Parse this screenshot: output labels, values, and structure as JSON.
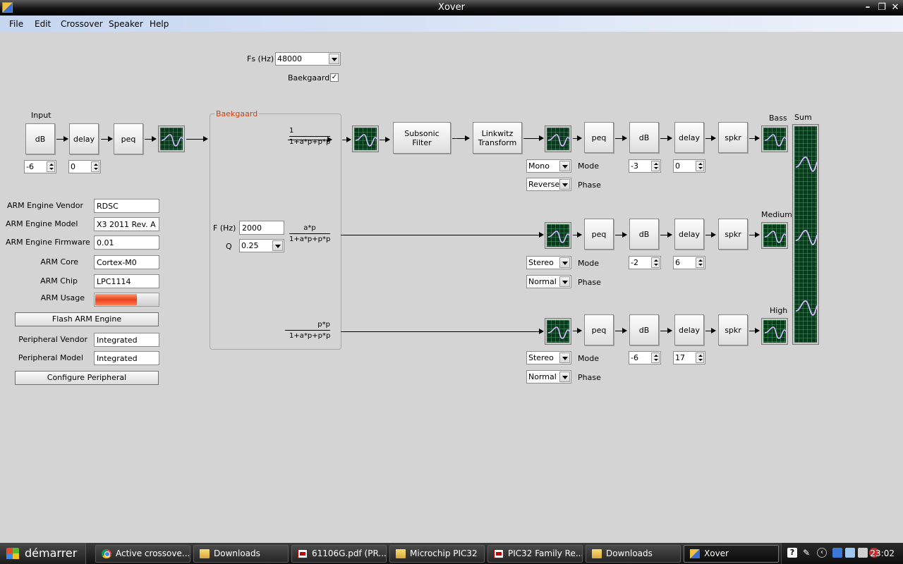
{
  "window": {
    "title": "Xover"
  },
  "menu": [
    "File",
    "Edit",
    "Crossover",
    "Speaker",
    "Help"
  ],
  "fs": {
    "label": "Fs (Hz)",
    "value": "48000"
  },
  "baekgaard_toggle": {
    "label": "Baekgaard",
    "checked": "✓"
  },
  "input": {
    "title": "Input",
    "blocks": [
      "dB",
      "delay",
      "peq"
    ],
    "db_value": "-6",
    "delay_value": "0"
  },
  "group": {
    "title": "Baekgaard",
    "f_label": "F (Hz)",
    "f_value": "2000",
    "q_label": "Q",
    "q_value": "0.25",
    "tf_low": {
      "num": "1",
      "den": "1+a*p+p*p"
    },
    "tf_mid": {
      "num": "a*p",
      "den": "1+a*p+p*p"
    },
    "tf_high": {
      "num": "p*p",
      "den": "1+a*p+p*p"
    }
  },
  "bass_extra": {
    "subsonic": "Subsonic Filter",
    "linkwitz": "Linkwitz Transform"
  },
  "channels": {
    "bass": {
      "name": "Bass",
      "mode": "Mono",
      "phase": "Reverse",
      "db": "-3",
      "delay": "0"
    },
    "medium": {
      "name": "Medium",
      "mode": "Stereo",
      "phase": "Normal",
      "db": "-2",
      "delay": "6"
    },
    "high": {
      "name": "High",
      "mode": "Stereo",
      "phase": "Normal",
      "db": "-6",
      "delay": "17"
    }
  },
  "labels": {
    "peq": "peq",
    "db": "dB",
    "delay": "delay",
    "spkr": "spkr",
    "mode": "Mode",
    "phase": "Phase",
    "sum": "Sum"
  },
  "arm": {
    "vendor_label": "ARM Engine Vendor",
    "vendor": "RDSC",
    "model_label": "ARM Engine Model",
    "model": "X3 2011 Rev. A",
    "firmware_label": "ARM Engine Firmware",
    "firmware": "0.01",
    "core_label": "ARM Core",
    "core": "Cortex-M0",
    "chip_label": "ARM Chip",
    "chip": "LPC1114",
    "usage_label": "ARM Usage",
    "usage_fraction": 0.65,
    "flash_button": "Flash ARM Engine"
  },
  "peripheral": {
    "vendor_label": "Peripheral Vendor",
    "vendor": "Integrated",
    "model_label": "Peripheral Model",
    "model": "Integrated",
    "configure_button": "Configure Peripheral"
  },
  "taskbar": {
    "start": "démarrer",
    "tasks": [
      "Active crossove...",
      "Downloads",
      "61106G.pdf (PR...",
      "Microchip PIC32",
      "PIC32 Family Re...",
      "Downloads",
      "Xover"
    ],
    "clock": "23:02"
  },
  "colors": {
    "group_title": "#d04010",
    "usage_fill": "#e8401c",
    "scope_bg": "#0a3a1e",
    "scope_trace": "#d8b8ff"
  }
}
